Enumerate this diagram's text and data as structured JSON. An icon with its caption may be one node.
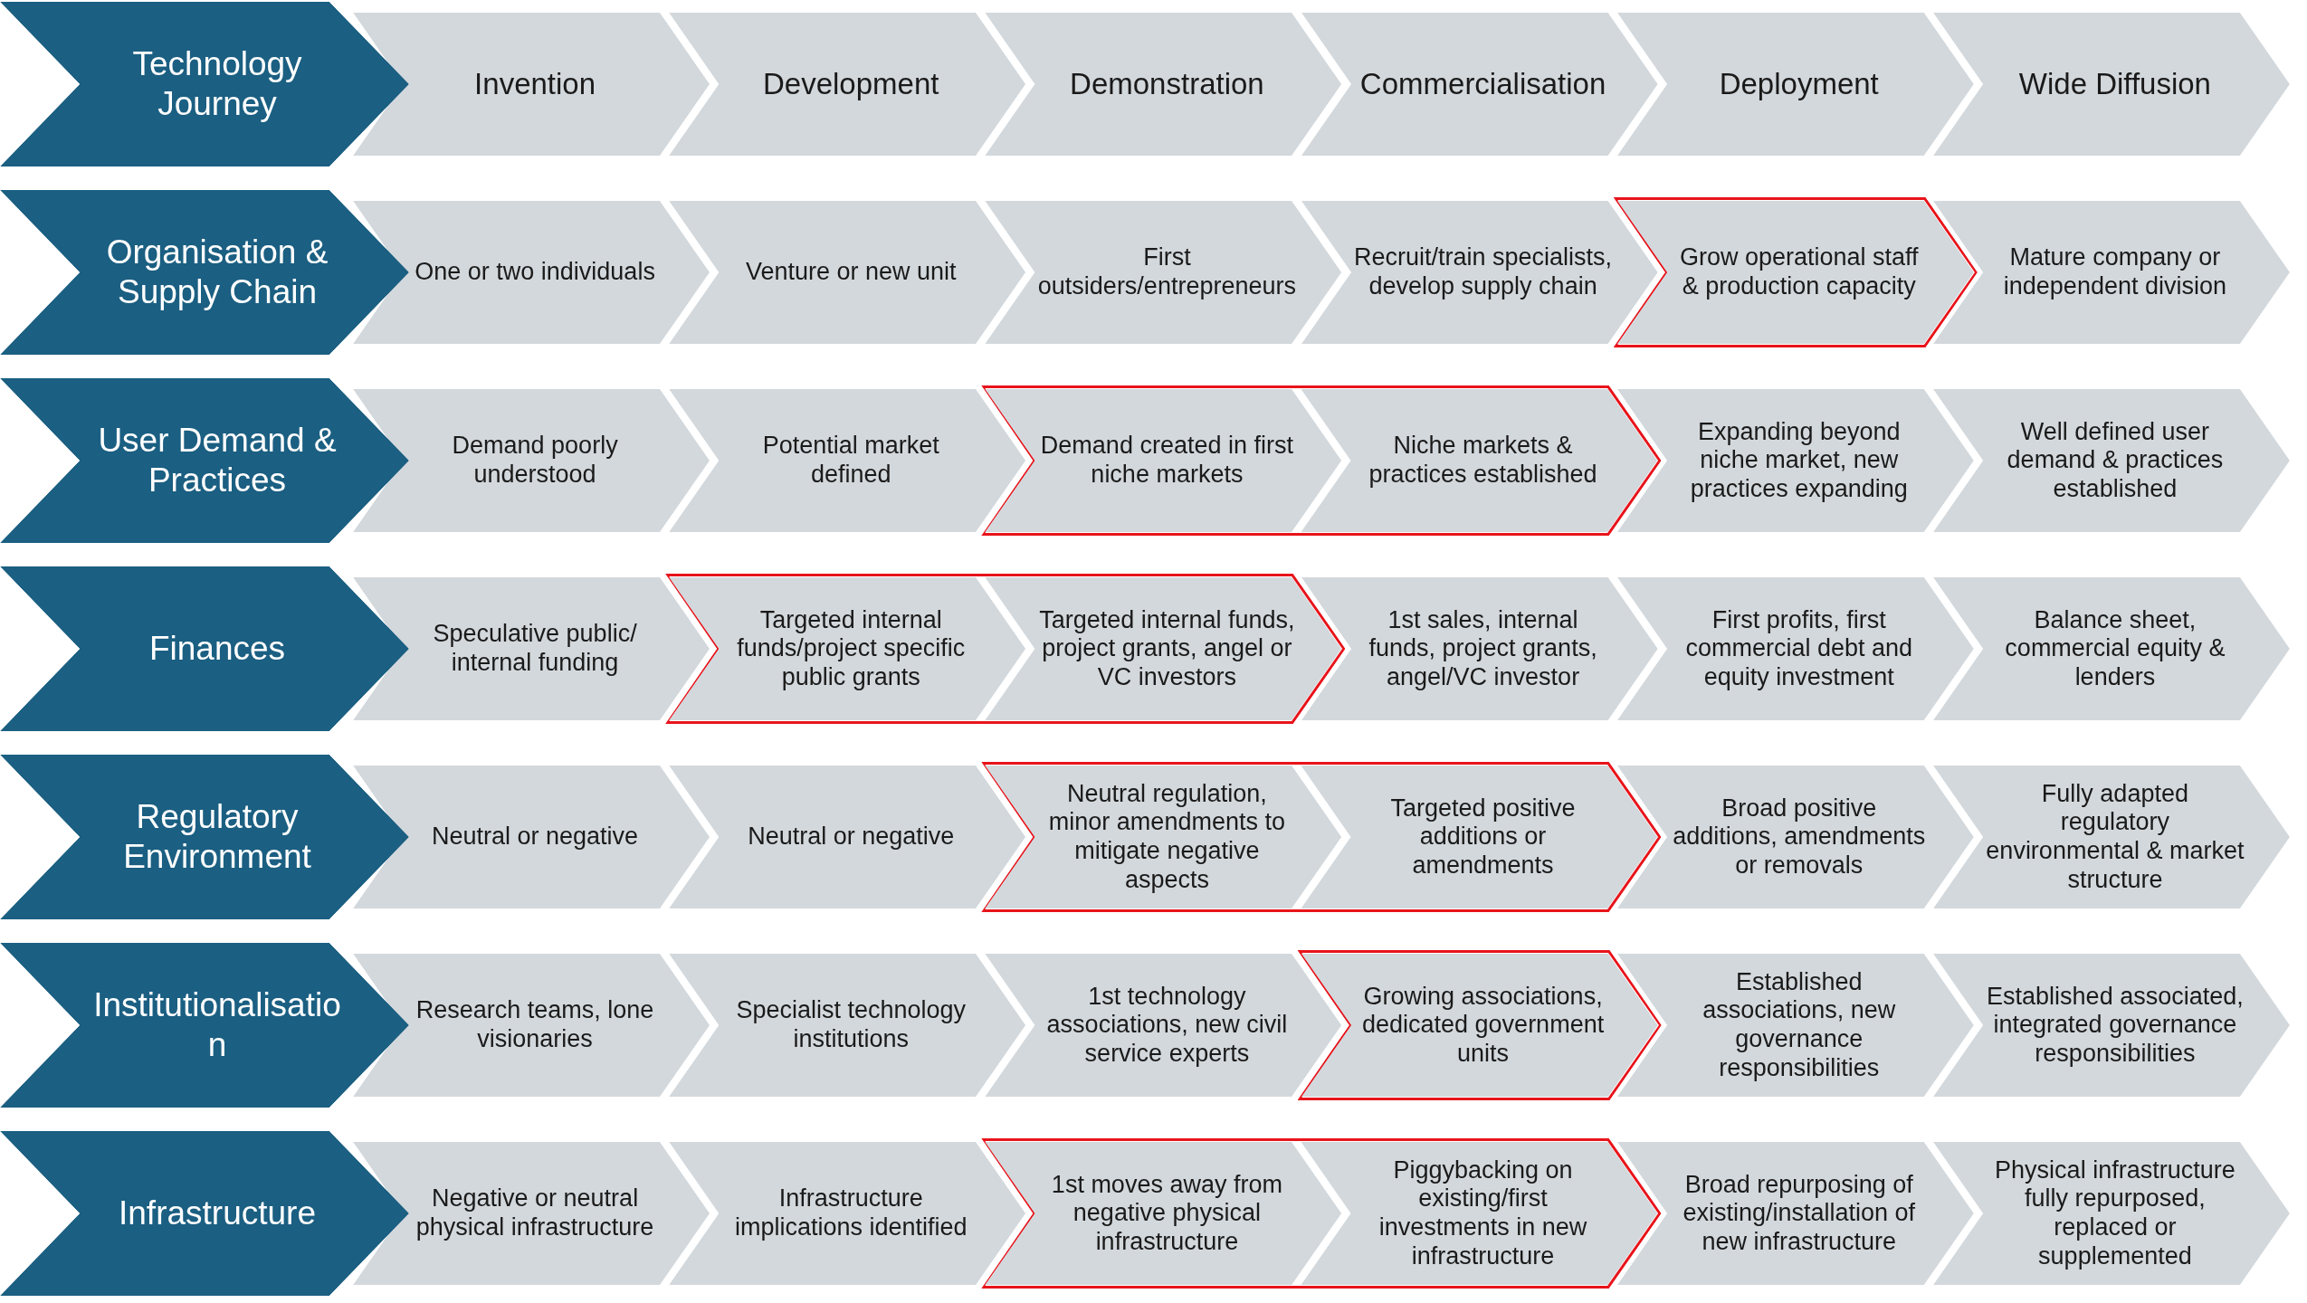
{
  "diagram": {
    "nodes": [
      {
        "text": [
          "Technology Journey"
        ]
      },
      {
        "text": [
          "Invention"
        ]
      },
      {
        "text": [
          "Development"
        ]
      },
      {
        "text": [
          "Demonstration"
        ]
      },
      {
        "text": [
          "Commercialisation"
        ]
      },
      {
        "text": [
          "Deployment"
        ]
      },
      {
        "text": [
          "Wide Diffusion"
        ]
      },
      {
        "text": [
          "Organisation & Supply Chain"
        ]
      },
      {
        "text": [
          "One or two individuals"
        ]
      },
      {
        "text": [
          "Venture or new unit"
        ]
      },
      {
        "text": [
          "First outsiders/entrepreneurs"
        ]
      },
      {
        "text": [
          "Recruit/train specialists, develop supply chain"
        ]
      },
      {
        "text": [],
        "shape": "chevron"
      },
      {
        "text": [
          "Grow operational staff & production capacity"
        ],
        "in": 12
      },
      {
        "text": [
          "Mature company or independent division"
        ]
      },
      {
        "text": [
          "User Demand & Practices"
        ]
      },
      {
        "text": [
          "Demand poorly understood"
        ]
      },
      {
        "text": [
          "Potential market defined"
        ]
      },
      {
        "text": [],
        "shape": "chevron"
      },
      {
        "text": [
          "Demand created in first niche markets"
        ],
        "in": 18
      },
      {
        "text": [
          "Niche markets & practices established"
        ],
        "in": 18
      },
      {
        "text": [
          "Expanding beyond niche market, new practices expanding"
        ]
      },
      {
        "text": [
          "Well defined user demand & practices established"
        ]
      },
      {
        "text": [
          "Finances"
        ]
      },
      {
        "text": [
          "Speculative public/ internal funding"
        ]
      },
      {
        "text": [],
        "shape": "chevron"
      },
      {
        "text": [
          "Targeted internal funds/project specific public grants"
        ],
        "in": 25
      },
      {
        "text": [
          "Targeted internal funds, project grants, angel or VC investors"
        ],
        "in": 25
      },
      {
        "text": [
          "1st sales, internal funds, project grants, angel/VC investor"
        ]
      },
      {
        "text": [
          "First profits, first commercial debt and equity investment"
        ]
      },
      {
        "text": [
          "Balance sheet, commercial equity & lenders"
        ]
      },
      {
        "text": [
          "Regulatory Environment"
        ]
      },
      {
        "text": [
          "Neutral or negative"
        ]
      },
      {
        "text": [
          "Neutral or negative"
        ]
      },
      {
        "text": [],
        "shape": "chevron"
      },
      {
        "text": [
          "Neutral regulation, minor amendments to mitigate negative aspects"
        ],
        "in": 34
      },
      {
        "text": [
          "Targeted positive additions or amendments"
        ],
        "in": 34
      },
      {
        "text": [
          "Broad positive additions, amendments or removals"
        ]
      },
      {
        "text": [
          "Fully adapted regulatory environmental & market structure"
        ]
      },
      {
        "text": [
          "Institutionalisation"
        ]
      },
      {
        "text": [
          "Research teams, lone visionaries"
        ]
      },
      {
        "text": [
          "Specialist technology institutions"
        ]
      },
      {
        "text": [
          "1st technology associations, new civil service experts"
        ]
      },
      {
        "text": [],
        "shape": "chevron"
      },
      {
        "text": [
          "Growing associations, dedicated government units"
        ],
        "in": 43
      },
      {
        "text": [
          "Established associations, new governance responsibilities"
        ]
      },
      {
        "text": [
          "Established associated, integrated governance responsibilities"
        ]
      },
      {
        "text": [
          "Infrastructure"
        ]
      },
      {
        "text": [
          "Negative or neutral physical infrastructure"
        ]
      },
      {
        "text": [
          "Infrastructure implications identified"
        ]
      },
      {
        "text": [],
        "shape": "chevron"
      },
      {
        "text": [
          "1st moves away from negative physical infrastructure"
        ],
        "in": 50
      },
      {
        "text": [
          "Piggybacking on existing/first investments in new infrastructure"
        ],
        "in": 50
      },
      {
        "text": [
          "Broad repurposing of existing/installation of new infrastructure"
        ]
      },
      {
        "text": [
          "Physical infrastructure fully repurposed, replaced or supplemented"
        ]
      }
    ]
  }
}
